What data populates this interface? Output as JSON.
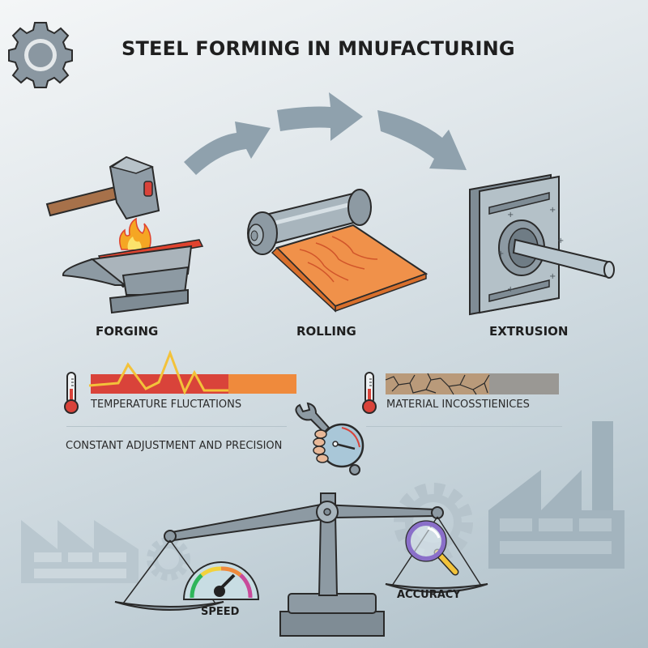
{
  "header": {
    "title": "STEEL FORMING IN MNUFACTURING",
    "icon": "gear-icon"
  },
  "process": {
    "steps": [
      {
        "label": "FORGING",
        "icon": "hammer-anvil-icon"
      },
      {
        "label": "ROLLING",
        "icon": "roller-sheet-icon"
      },
      {
        "label": "EXTRUSION",
        "icon": "extrusion-die-icon"
      }
    ],
    "flow_arrows": 3
  },
  "challenges": [
    {
      "label": "TEMPERATURE FLUCTATIONS",
      "icon": "thermometer-icon",
      "bar_colors": [
        "#d9433a",
        "#ef8a3c"
      ],
      "line_color": "#f3c23a"
    },
    {
      "label": "MATERIAL INCOSSTIENICES",
      "icon": "thermometer-icon",
      "bar_colors": [
        "#b99a7a",
        "#9a9894"
      ]
    }
  ],
  "adjustment": {
    "label": "CONSTANT ADJUSTMENT AND PRECISION",
    "icon": "wrench-gauge-icon"
  },
  "balance": {
    "left": {
      "label": "SPEED",
      "icon": "speedometer-icon"
    },
    "right": {
      "label": "ACCURACY",
      "icon": "magnifier-icon"
    }
  },
  "colors": {
    "steel": "#8d9aa3",
    "arrow": "#8fa1ad",
    "hot_metal": "#e0432f",
    "sheet": "#f0914a",
    "magnifier_ring": "#8a6fc9",
    "magnifier_handle": "#f2c33b"
  }
}
